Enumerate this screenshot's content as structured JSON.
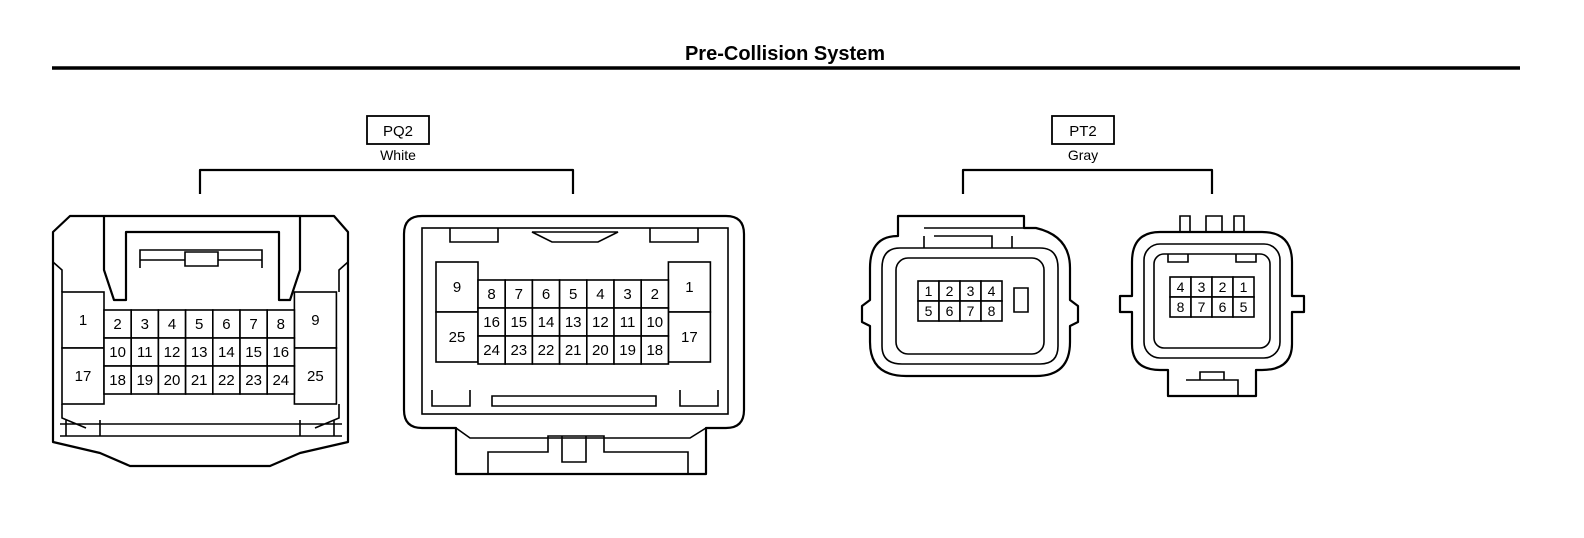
{
  "title": "Pre-Collision System",
  "connectors": [
    {
      "id": "PQ2",
      "color_label": "White",
      "views": [
        {
          "rows": [
            [
              "1",
              "2",
              "3",
              "4",
              "5",
              "6",
              "7",
              "8",
              "9"
            ],
            [
              "17",
              "10",
              "11",
              "12",
              "13",
              "14",
              "15",
              "16",
              "25"
            ],
            [
              "18",
              "19",
              "20",
              "21",
              "22",
              "23",
              "24"
            ]
          ]
        },
        {
          "rows": [
            [
              "9",
              "8",
              "7",
              "6",
              "5",
              "4",
              "3",
              "2",
              "1"
            ],
            [
              "25",
              "16",
              "15",
              "14",
              "13",
              "12",
              "11",
              "10",
              "17"
            ],
            [
              "24",
              "23",
              "22",
              "21",
              "20",
              "19",
              "18"
            ]
          ]
        }
      ]
    },
    {
      "id": "PT2",
      "color_label": "Gray",
      "views": [
        {
          "rows": [
            [
              "1",
              "2",
              "3",
              "4"
            ],
            [
              "5",
              "6",
              "7",
              "8"
            ]
          ]
        },
        {
          "rows": [
            [
              "4",
              "3",
              "2",
              "1"
            ],
            [
              "8",
              "7",
              "6",
              "5"
            ]
          ]
        }
      ]
    }
  ]
}
